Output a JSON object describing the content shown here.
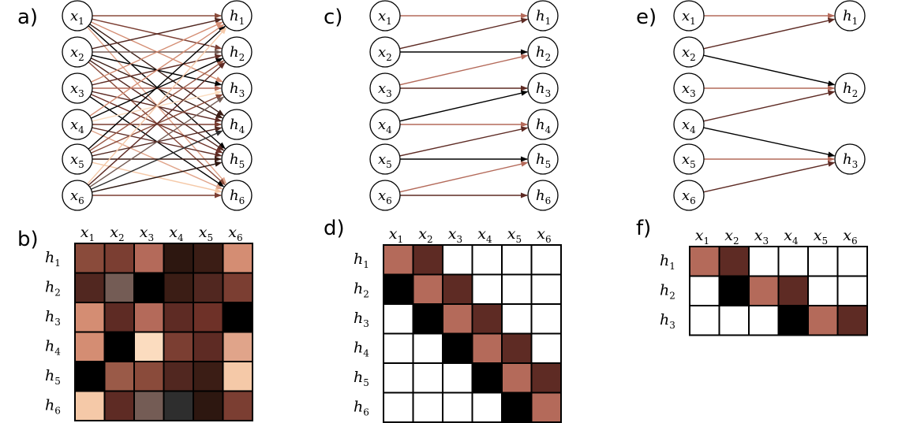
{
  "palette": {
    "0": "#000000",
    "1": "#2d1710",
    "2": "#3b1d15",
    "3": "#512720",
    "4": "#5e2b24",
    "5": "#6e3128",
    "6": "#7b3e32",
    "7": "#8a4b3b",
    "8": "#9a5a48",
    "9": "#b46a5a",
    "10": "#c77a62",
    "11": "#d48d73",
    "12": "#e0a48a",
    "13": "#f5c9a8",
    "14": "#fbdcbf",
    "15": "#ffffff",
    "G": "#745c55",
    "D": "#2e2e2e"
  },
  "panels": [
    {
      "label": "a)",
      "type": "graph",
      "inputs": [
        "x",
        "x",
        "x",
        "x",
        "x",
        "x"
      ],
      "input_subs": [
        "1",
        "2",
        "3",
        "4",
        "5",
        "6"
      ],
      "outputs": [
        "h",
        "h",
        "h",
        "h",
        "h",
        "h"
      ],
      "output_subs": [
        "1",
        "2",
        "3",
        "4",
        "5",
        "6"
      ],
      "edges": [
        [
          0,
          0,
          "7"
        ],
        [
          0,
          1,
          "6"
        ],
        [
          0,
          2,
          "11"
        ],
        [
          0,
          3,
          "2"
        ],
        [
          0,
          4,
          "0"
        ],
        [
          0,
          5,
          "12"
        ],
        [
          1,
          0,
          "3"
        ],
        [
          1,
          1,
          "G"
        ],
        [
          1,
          2,
          "0"
        ],
        [
          1,
          3,
          "2"
        ],
        [
          1,
          4,
          "3"
        ],
        [
          1,
          5,
          "7"
        ],
        [
          2,
          0,
          "11"
        ],
        [
          2,
          1,
          "4"
        ],
        [
          2,
          2,
          "9"
        ],
        [
          2,
          3,
          "4"
        ],
        [
          2,
          4,
          "5"
        ],
        [
          2,
          5,
          "0"
        ],
        [
          3,
          0,
          "11"
        ],
        [
          3,
          1,
          "0"
        ],
        [
          3,
          2,
          "14"
        ],
        [
          3,
          3,
          "6"
        ],
        [
          3,
          4,
          "4"
        ],
        [
          3,
          5,
          "12"
        ],
        [
          4,
          0,
          "0"
        ],
        [
          4,
          1,
          "8"
        ],
        [
          4,
          2,
          "7"
        ],
        [
          4,
          3,
          "3"
        ],
        [
          4,
          4,
          "2"
        ],
        [
          4,
          5,
          "13"
        ],
        [
          5,
          0,
          "13"
        ],
        [
          5,
          1,
          "4"
        ],
        [
          5,
          2,
          "G"
        ],
        [
          5,
          3,
          "D"
        ],
        [
          5,
          4,
          "1"
        ],
        [
          5,
          5,
          "6"
        ]
      ]
    },
    {
      "label": "b)",
      "type": "matrix",
      "cols": [
        "x",
        "x",
        "x",
        "x",
        "x",
        "x"
      ],
      "col_subs": [
        "1",
        "2",
        "3",
        "4",
        "5",
        "6"
      ],
      "rows": [
        "h",
        "h",
        "h",
        "h",
        "h",
        "h"
      ],
      "row_subs": [
        "1",
        "2",
        "3",
        "4",
        "5",
        "6"
      ],
      "cells": [
        [
          "7",
          "6",
          "9",
          "1",
          "2",
          "11"
        ],
        [
          "3",
          "G",
          "0",
          "2",
          "3",
          "6"
        ],
        [
          "11",
          "4",
          "9",
          "4",
          "5",
          "0"
        ],
        [
          "11",
          "0",
          "14",
          "6",
          "4",
          "12"
        ],
        [
          "0",
          "8",
          "7",
          "3",
          "2",
          "13"
        ],
        [
          "13",
          "4",
          "G",
          "D",
          "1",
          "6"
        ]
      ]
    },
    {
      "label": "c)",
      "type": "graph",
      "inputs": [
        "x",
        "x",
        "x",
        "x",
        "x",
        "x"
      ],
      "input_subs": [
        "1",
        "2",
        "3",
        "4",
        "5",
        "6"
      ],
      "outputs": [
        "h",
        "h",
        "h",
        "h",
        "h",
        "h"
      ],
      "output_subs": [
        "1",
        "2",
        "3",
        "4",
        "5",
        "6"
      ],
      "edges": [
        [
          0,
          0,
          "9"
        ],
        [
          1,
          0,
          "4"
        ],
        [
          1,
          1,
          "0"
        ],
        [
          2,
          1,
          "9"
        ],
        [
          2,
          2,
          "4"
        ],
        [
          3,
          2,
          "0"
        ],
        [
          3,
          3,
          "9"
        ],
        [
          4,
          3,
          "4"
        ],
        [
          4,
          4,
          "0"
        ],
        [
          5,
          4,
          "9"
        ],
        [
          5,
          5,
          "4"
        ]
      ]
    },
    {
      "label": "d)",
      "type": "matrix",
      "cols": [
        "x",
        "x",
        "x",
        "x",
        "x",
        "x"
      ],
      "col_subs": [
        "1",
        "2",
        "3",
        "4",
        "5",
        "6"
      ],
      "rows": [
        "h",
        "h",
        "h",
        "h",
        "h",
        "h"
      ],
      "row_subs": [
        "1",
        "2",
        "3",
        "4",
        "5",
        "6"
      ],
      "cells": [
        [
          "9",
          "4",
          "15",
          "15",
          "15",
          "15"
        ],
        [
          "0",
          "9",
          "4",
          "15",
          "15",
          "15"
        ],
        [
          "15",
          "0",
          "9",
          "4",
          "15",
          "15"
        ],
        [
          "15",
          "15",
          "0",
          "9",
          "4",
          "15"
        ],
        [
          "15",
          "15",
          "15",
          "0",
          "9",
          "4"
        ],
        [
          "15",
          "15",
          "15",
          "15",
          "0",
          "9"
        ]
      ]
    },
    {
      "label": "e)",
      "type": "graph",
      "inputs": [
        "x",
        "x",
        "x",
        "x",
        "x",
        "x"
      ],
      "input_subs": [
        "1",
        "2",
        "3",
        "4",
        "5",
        "6"
      ],
      "outputs": [
        "h",
        "h",
        "h"
      ],
      "output_subs": [
        "1",
        "2",
        "3"
      ],
      "edges": [
        [
          0,
          0,
          "9"
        ],
        [
          1,
          0,
          "4"
        ],
        [
          1,
          1,
          "0"
        ],
        [
          2,
          1,
          "9"
        ],
        [
          3,
          1,
          "4"
        ],
        [
          3,
          2,
          "0"
        ],
        [
          4,
          2,
          "9"
        ],
        [
          5,
          2,
          "4"
        ]
      ]
    },
    {
      "label": "f)",
      "type": "matrix",
      "cols": [
        "x",
        "x",
        "x",
        "x",
        "x",
        "x"
      ],
      "col_subs": [
        "1",
        "2",
        "3",
        "4",
        "5",
        "6"
      ],
      "rows": [
        "h",
        "h",
        "h"
      ],
      "row_subs": [
        "1",
        "2",
        "3"
      ],
      "cells": [
        [
          "9",
          "4",
          "15",
          "15",
          "15",
          "15"
        ],
        [
          "15",
          "0",
          "9",
          "4",
          "15",
          "15"
        ],
        [
          "15",
          "15",
          "15",
          "0",
          "9",
          "4"
        ]
      ]
    }
  ]
}
